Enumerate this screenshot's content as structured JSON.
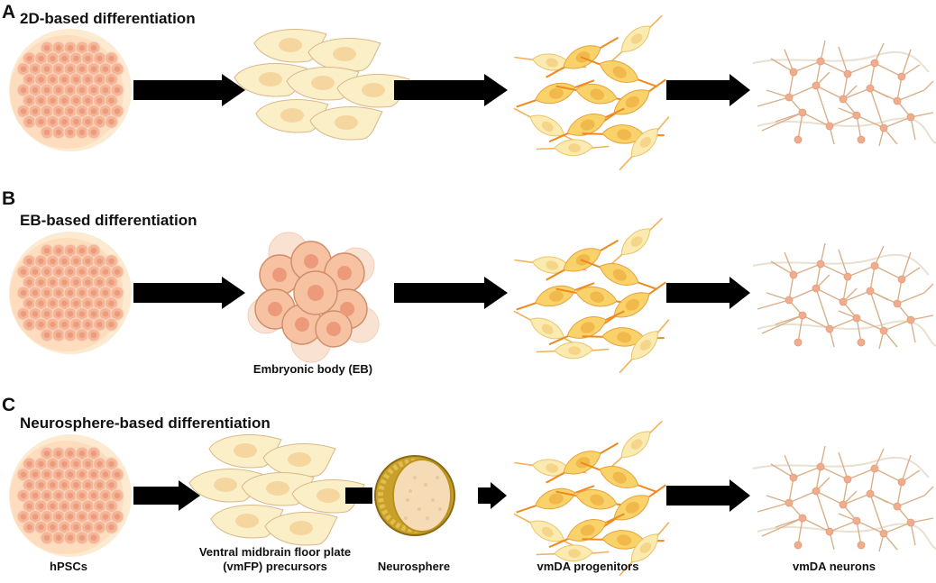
{
  "panels": [
    {
      "letter": "A",
      "title": "2D-based differentiation"
    },
    {
      "letter": "B",
      "title": "EB-based differentiation"
    },
    {
      "letter": "C",
      "title": "Neurosphere-based differentiation"
    }
  ],
  "captions": {
    "embryonic_body": "Embryonic body (EB)",
    "hpscs": "hPSCs",
    "vmfp_line1": "Ventral midbrain floor plate",
    "vmfp_line2": "(vmFP) precursors",
    "neurosphere": "Neurosphere",
    "progenitors": "vmDA progenitors",
    "neurons": "vmDA neurons"
  },
  "colors": {
    "hpsc_cell": "#f5b597",
    "hpsc_nucleus": "#ec9b7d",
    "hpsc_halo": "#fbe3c2",
    "precursor_cell": "#fbefc7",
    "precursor_nucleus": "#f6d69f",
    "progenitor_cell": "#f9d26a",
    "progenitor_nucleus": "#f1b94c",
    "progenitor_process": "#ee8a1e",
    "neuron_body": "#f0ad8e",
    "neuron_process": "#d9b089",
    "arrow": "#000000"
  }
}
